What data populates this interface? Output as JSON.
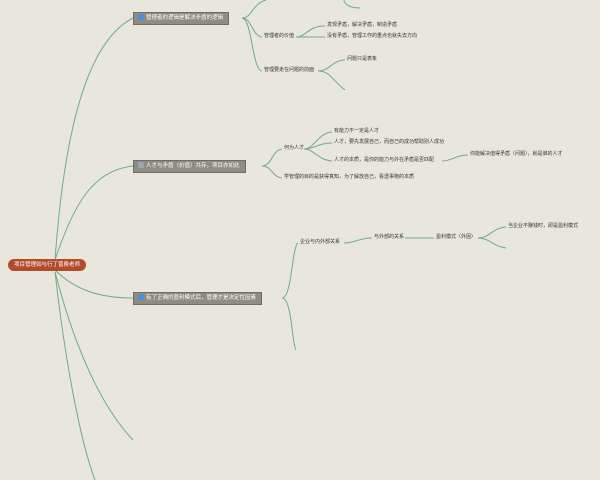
{
  "root": "项目管理如与行丁曾费老师",
  "topics": [
    {
      "label": "管理者的逻辑是解决矛盾的逻辑",
      "children": [
        {
          "label": "管理者的价值",
          "children": [
            "发现矛盾，解决矛盾，制造矛盾",
            "没有矛盾，管理工作的重点也就失去方向"
          ]
        },
        {
          "label": "管理要走在问题的前面",
          "children": [
            "问题只是表象"
          ]
        }
      ]
    },
    {
      "label": "人才与矛盾（价值）共存，项目亦如此",
      "children": [
        {
          "label": "何为人才",
          "children": [
            "有能力不一定是人才",
            "人才，要先发展自己，而自己的成功帮助别人成功",
            {
              "label": "人才的本质，是你的能力与外在矛盾是否匹配",
              "children": [
                "你能解决值得矛盾（问题），就是谁的人才"
              ]
            }
          ]
        },
        {
          "label": "学管理的目的是获得真知，为了解放自己，看透事物的本质"
        }
      ]
    },
    {
      "label": "有了正确的盈利模式后，管理才是决定性因素",
      "children": [
        {
          "label": "企业与内外部关系",
          "children": [
            {
              "label": "与外部的关系",
              "children": [
                {
                  "label": "盈利模式（外因）",
                  "children": [
                    "当企业不赚钱时，即是盈利模式"
                  ]
                }
              ]
            }
          ]
        }
      ]
    }
  ]
}
